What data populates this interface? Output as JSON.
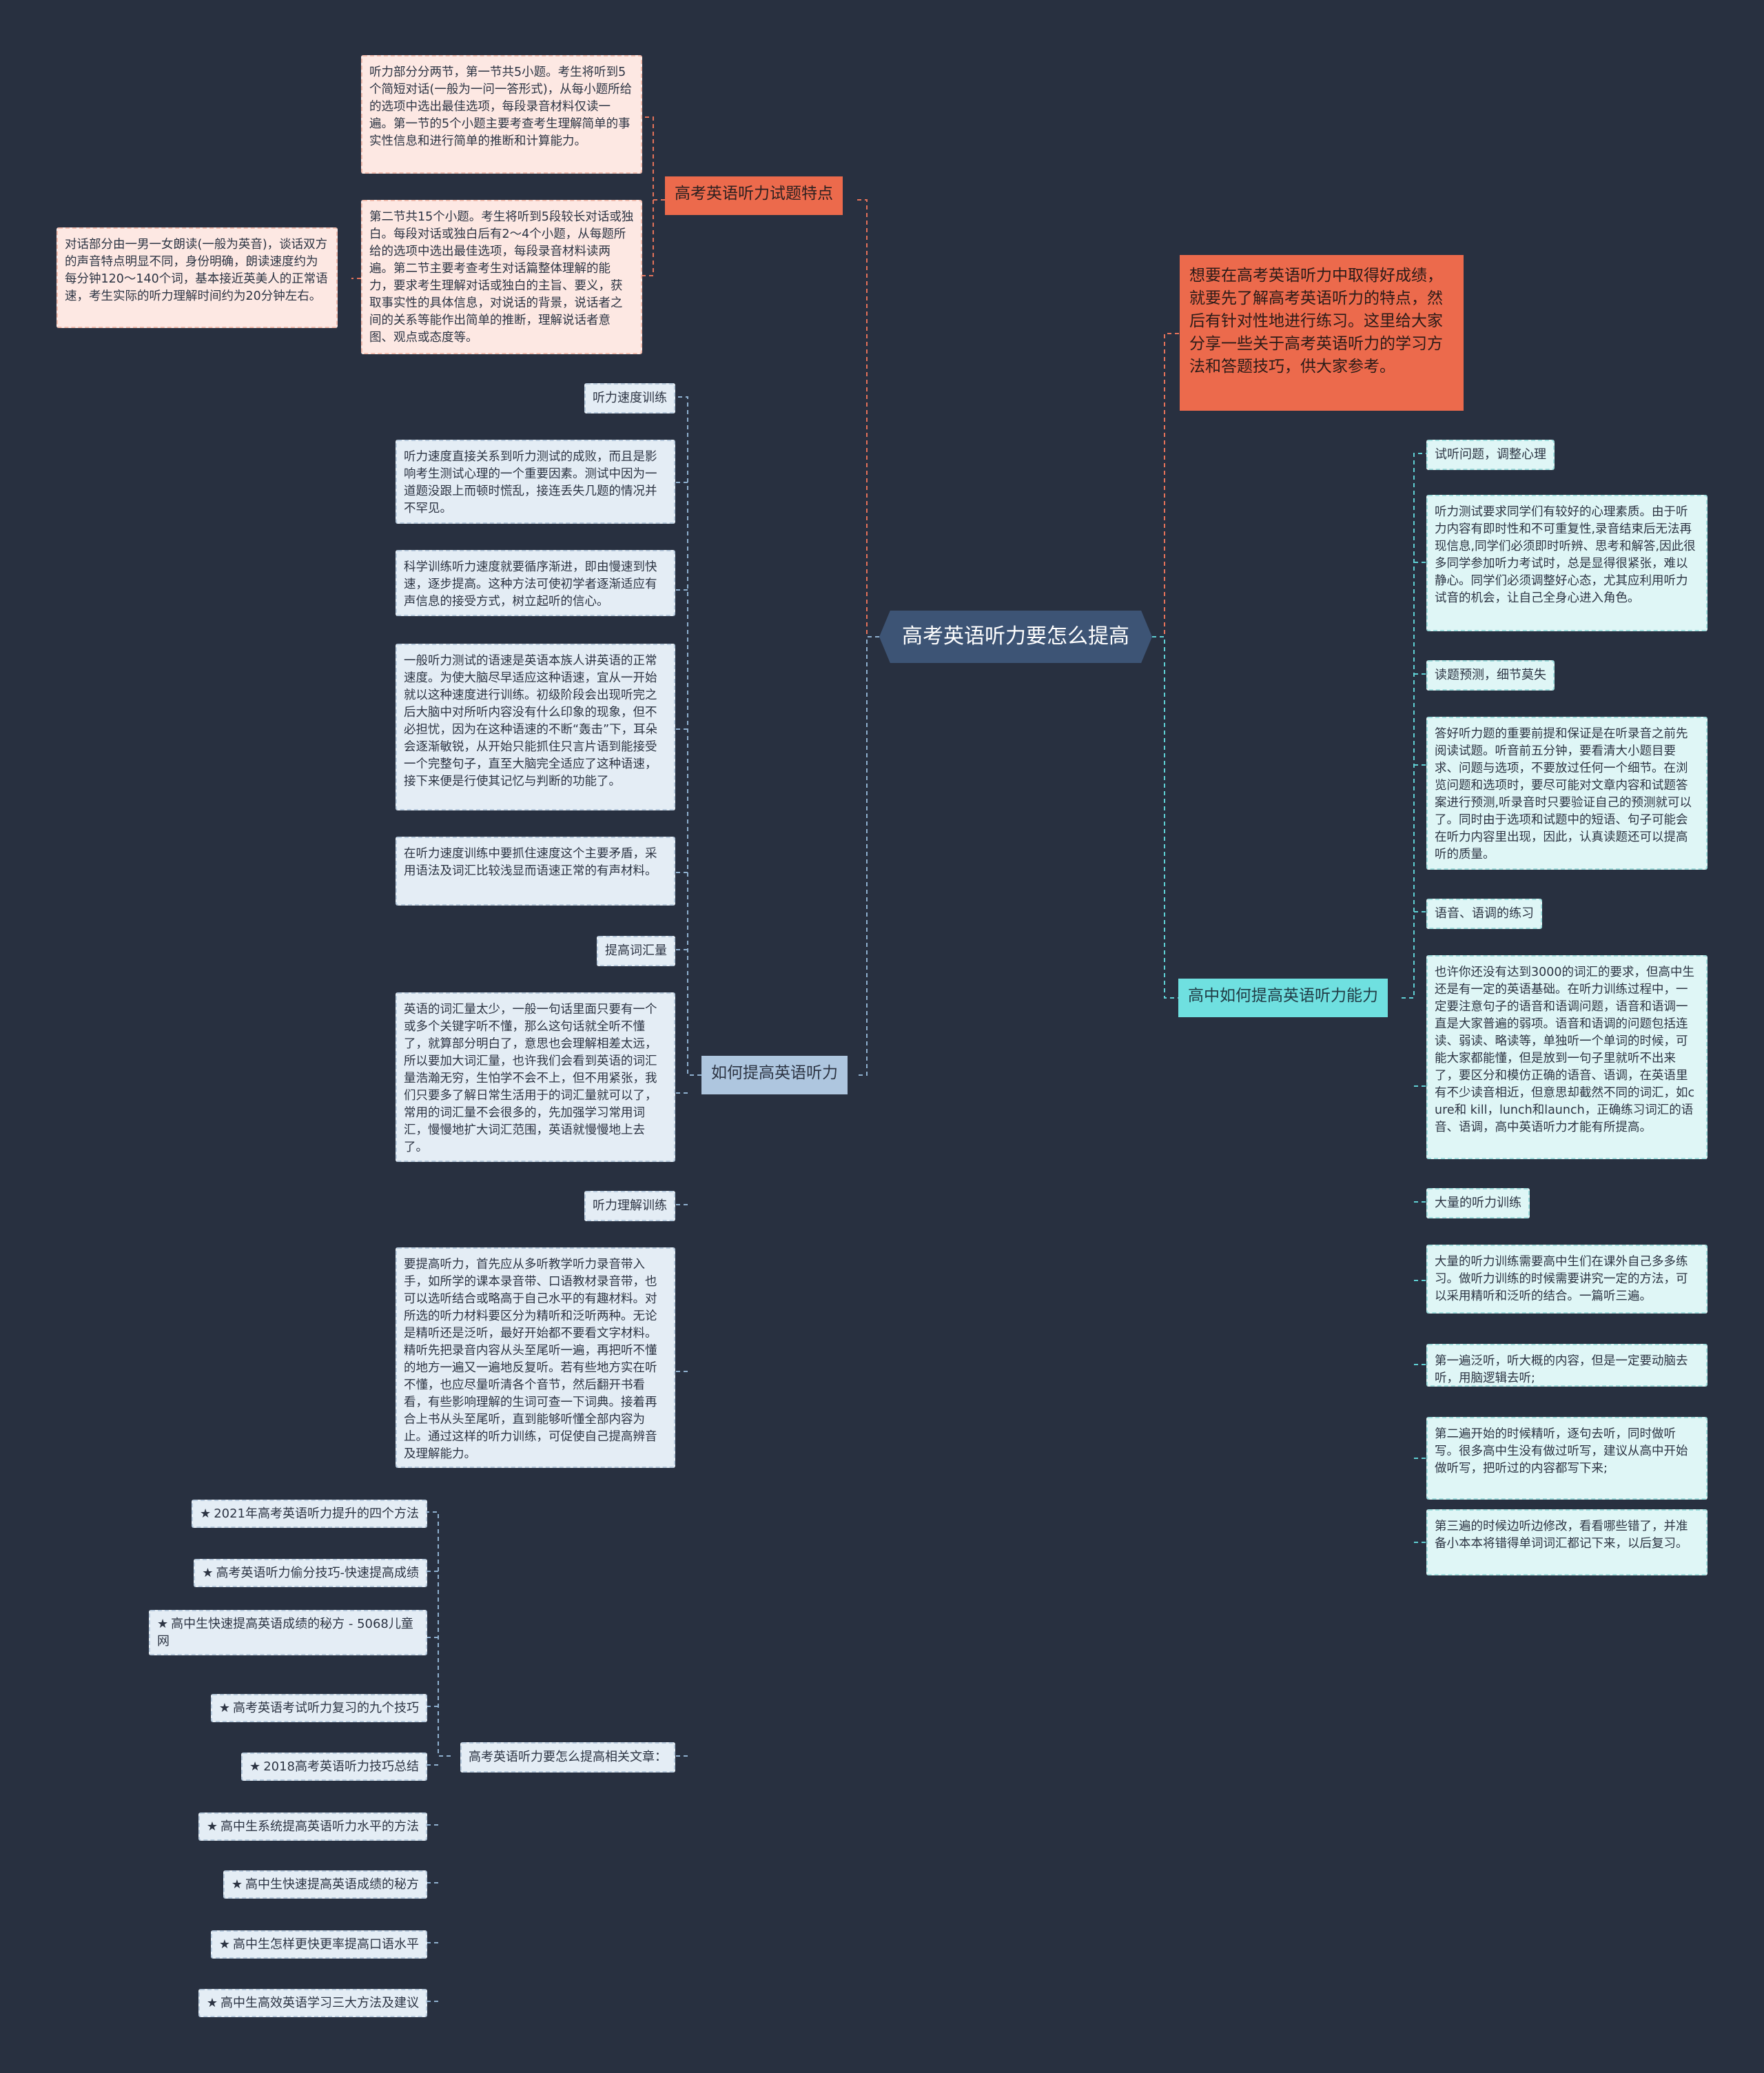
{
  "root": "高考英语听力要怎么提高",
  "intro": "想要在高考英语听力中取得好成绩，就要先了解高考英语听力的特点，然后有针对性地进行练习。这里给大家分享一些关于高考英语听力的学习方法和答题技巧，供大家参考。",
  "features": {
    "title": "高考英语听力试题特点",
    "section1": "听力部分分两节，第一节共5小题。考生将听到5个简短对话(一般为一问一答形式)，从每小题所给的选项中选出最佳选项，每段录音材料仅读一遍。第一节的5个小题主要考查考生理解简单的事实性信息和进行简单的推断和计算能力。",
    "section2": "第二节共15个小题。考生将听到5段较长对话或独白。每段对话或独白后有2～4个小题，从每题所给的选项中选出最佳选项，每段录音材料读两遍。第二节主要考查考生对话篇整体理解的能力，要求考生理解对话或独白的主旨、要义，获取事实性的具体信息，对说话的背景，说话者之间的关系等能作出简单的推断，理解说话者意图、观点或态度等。",
    "dialog_note": "对话部分由一男一女朗读(一般为英音)，谈话双方的声音特点明显不同，身份明确，朗读速度约为每分钟120～140个词，基本接近英美人的正常语速，考生实际的听力理解时间约为20分钟左右。"
  },
  "how": {
    "title": "如何提高英语听力",
    "speed": {
      "label": "听力速度训练",
      "p1": "听力速度直接关系到听力测试的成败，而且是影响考生测试心理的一个重要因素。测试中因为一道题没跟上而顿时慌乱，接连丢失几题的情况并不罕见。",
      "p2": "科学训练听力速度就要循序渐进，即由慢速到快速，逐步提高。这种方法可使初学者逐渐适应有声信息的接受方式，树立起听的信心。",
      "p3": "一般听力测试的语速是英语本族人讲英语的正常速度。为使大脑尽早适应这种语速，宜从一开始就以这种速度进行训练。初级阶段会出现听完之后大脑中对所听内容没有什么印象的现象，但不必担忧，因为在这种语速的不断“轰击”下，耳朵会逐渐敏锐，从开始只能抓住只言片语到能接受一个完整句子，直至大脑完全适应了这种语速，接下来便是行使其记忆与判断的功能了。",
      "p4": "在听力速度训练中要抓住速度这个主要矛盾，采用语法及词汇比较浅显而语速正常的有声材料。"
    },
    "vocab": {
      "label": "提高词汇量",
      "p1": "英语的词汇量太少，一般一句话里面只要有一个或多个关键字听不懂，那么这句话就全听不懂了，就算部分明白了，意思也会理解相差太远，所以要加大词汇量，也许我们会看到英语的词汇量浩瀚无穷，生怕学不会不上，但不用紧张，我们只要多了解日常生活用于的词汇量就可以了，常用的词汇量不会很多的，先加强学习常用词汇，慢慢地扩大词汇范围，英语就慢慢地上去了。"
    },
    "comp": {
      "label": "听力理解训练",
      "p1": "要提高听力，首先应从多听教学听力录音带入手，如所学的课本录音带、口语教材录音带，也可以选听结合或略高于自己水平的有趣材料。对所选的听力材料要区分为精听和泛听两种。无论是精听还是泛听，最好开始都不要看文字材料。精听先把录音内容从头至尾听一遍，再把听不懂的地方一遍又一遍地反复听。若有些地方实在听不懂，也应尽量听清各个音节，然后翻开书看看，有些影响理解的生词可查一下词典。接着再合上书从头至尾听，直到能够听懂全部内容为止。通过这样的听力训练，可促使自己提高辨音及理解能力。"
    }
  },
  "related": {
    "label": "高考英语听力要怎么提高相关文章：",
    "star": "★",
    "items": [
      "2021年高考英语听力提升的四个方法",
      "高考英语听力偷分技巧-快速提高成绩",
      "高中生快速提高英语成绩的秘方 - 5068儿童网",
      "高考英语考试听力复习的九个技巧",
      "2018高考英语听力技巧总结",
      "高中生系统提高英语听力水平的方法",
      "高中生快速提高英语成绩的秘方",
      "高中生怎样更快更率提高口语水平",
      "高中生高效英语学习三大方法及建议"
    ]
  },
  "highschool": {
    "title": "高中如何提高英语听力能力",
    "items": [
      {
        "label": "试听问题，调整心理",
        "text": "听力测试要求同学们有较好的心理素质。由于听力内容有即时性和不可重复性,录音结束后无法再现信息,同学们必须即时听辨、思考和解答,因此很多同学参加听力考试时，总是显得很紧张，难以静心。同学们必须调整好心态，尤其应利用听力试音的机会，让自己全身心进入角色。"
      },
      {
        "label": "读题预测，细节莫失",
        "text": "答好听力题的重要前提和保证是在听录音之前先阅读试题。听音前五分钟，要看清大小题目要求、问题与选项，不要放过任何一个细节。在浏览问题和选项时，要尽可能对文章内容和试题答案进行预测,听录音时只要验证自己的预测就可以了。同时由于选项和试题中的短语、句子可能会在听力内容里出现，因此，认真读题还可以提高听的质量。"
      },
      {
        "label": "语音、语调的练习",
        "text": "也许你还没有达到3000的词汇的要求，但高中生还是有一定的英语基础。在听力训练过程中，一定要注意句子的语音和语调问题，语音和语调一直是大家普遍的弱项。语音和语调的问题包括连读、弱读、略读等，单独听一个单词的时候，可能大家都能懂，但是放到一句子里就听不出来了，要区分和模仿正确的语音、语调，在英语里有不少读音相近，但意思却截然不同的词汇，如cure和 kill，lunch和launch，正确练习词汇的语音、语调，高中英语听力才能有所提高。"
      },
      {
        "label": "大量的听力训练",
        "text": "大量的听力训练需要高中生们在课外自己多多练习。做听力训练的时候需要讲究一定的方法，可以采用精听和泛听的结合。一篇听三遍。"
      }
    ],
    "extra": [
      "第一遍泛听，听大概的内容，但是一定要动脑去听，用脑逻辑去听;",
      "第二遍开始的时候精听，逐句去听，同时做听写。很多高中生没有做过听写，建议从高中开始做听写，把听过的内容都写下来;",
      "第三遍的时候边听边修改，看看哪些错了，并准备小本本将错得单词词汇都记下来，以后复习。"
    ]
  },
  "colors": {
    "background": "#283040",
    "root": "#3d5475",
    "orange": "#ec6a4c",
    "light_blue": "#aec6df",
    "cyan": "#6fe0e0",
    "line_orange": "#e5725a",
    "line_blue": "#8fb0cf",
    "line_cyan": "#5fd0d4"
  }
}
